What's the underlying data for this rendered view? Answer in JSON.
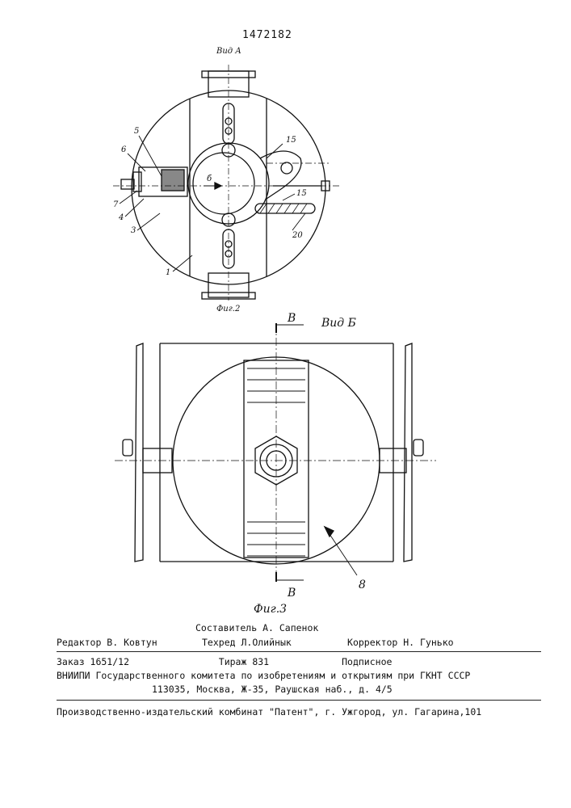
{
  "patent_number": "1472182",
  "fig2": {
    "view_label": "Вид А",
    "caption": "Фиг.2",
    "arrow_label": "б",
    "callouts": [
      "5",
      "6",
      "7",
      "4",
      "3",
      "1",
      "15",
      "15",
      "20"
    ]
  },
  "fig3": {
    "view_label": "Вид Б",
    "caption": "Фиг.3",
    "section_top": "В",
    "section_bottom": "В",
    "callout": "8"
  },
  "colophon": {
    "line1": "Составитель А. Сапенок",
    "line2": "Редактор В. Ковтун        Техред Л.Олийнык          Корректор Н. Гунько",
    "line3": "Заказ 1651/12                Тираж 831             Подписное",
    "line4": "ВНИИПИ Государственного комитета по изобретениям и открытиям при ГКНТ СССР",
    "line5": "113035, Москва, Ж-35, Раушская наб., д. 4/5",
    "line6": "Производственно-издательский комбинат \"Патент\", г. Ужгород, ул. Гагарина,101"
  }
}
